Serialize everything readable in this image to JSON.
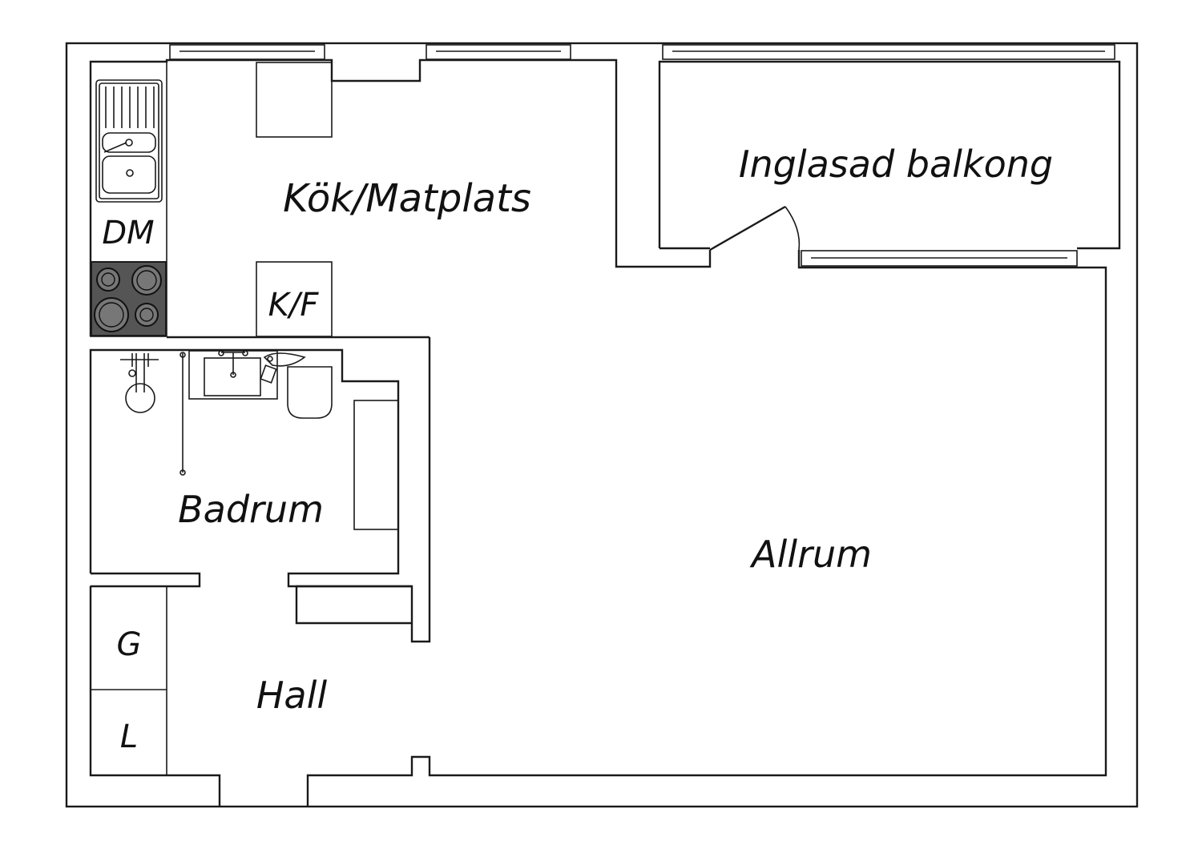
{
  "rooms": {
    "kitchen": "Kök/Matplats",
    "balcony": "Inglasad balkong",
    "bathroom": "Badrum",
    "living": "Allrum",
    "hall": "Hall"
  },
  "fixtures": {
    "dishwasher": "DM",
    "fridge_freezer": "K/F",
    "wardrobe": "G",
    "linen": "L"
  },
  "colors": {
    "wall": "#1a1a1a",
    "stove_fill": "#555555",
    "background": "#ffffff"
  }
}
